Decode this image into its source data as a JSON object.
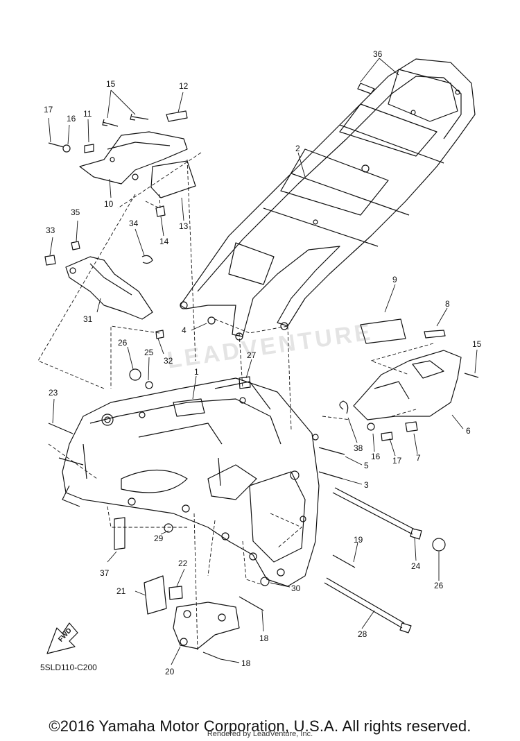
{
  "diagram": {
    "callouts": [
      {
        "id": "c1",
        "label": "1"
      },
      {
        "id": "c2",
        "label": "2"
      },
      {
        "id": "c3",
        "label": "3"
      },
      {
        "id": "c4",
        "label": "4"
      },
      {
        "id": "c5",
        "label": "5"
      },
      {
        "id": "c6",
        "label": "6"
      },
      {
        "id": "c7",
        "label": "7"
      },
      {
        "id": "c8",
        "label": "8"
      },
      {
        "id": "c9",
        "label": "9"
      },
      {
        "id": "c10",
        "label": "10"
      },
      {
        "id": "c11",
        "label": "11"
      },
      {
        "id": "c12",
        "label": "12"
      },
      {
        "id": "c13",
        "label": "13"
      },
      {
        "id": "c14",
        "label": "14"
      },
      {
        "id": "c15a",
        "label": "15"
      },
      {
        "id": "c15b",
        "label": "15"
      },
      {
        "id": "c16a",
        "label": "16"
      },
      {
        "id": "c16b",
        "label": "16"
      },
      {
        "id": "c17a",
        "label": "17"
      },
      {
        "id": "c17b",
        "label": "17"
      },
      {
        "id": "c18a",
        "label": "18"
      },
      {
        "id": "c18b",
        "label": "18"
      },
      {
        "id": "c19",
        "label": "19"
      },
      {
        "id": "c20",
        "label": "20"
      },
      {
        "id": "c21",
        "label": "21"
      },
      {
        "id": "c22",
        "label": "22"
      },
      {
        "id": "c23",
        "label": "23"
      },
      {
        "id": "c24",
        "label": "24"
      },
      {
        "id": "c25",
        "label": "25"
      },
      {
        "id": "c26a",
        "label": "26"
      },
      {
        "id": "c26b",
        "label": "26"
      },
      {
        "id": "c27",
        "label": "27"
      },
      {
        "id": "c28",
        "label": "28"
      },
      {
        "id": "c29",
        "label": "29"
      },
      {
        "id": "c30",
        "label": "30"
      },
      {
        "id": "c31",
        "label": "31"
      },
      {
        "id": "c32",
        "label": "32"
      },
      {
        "id": "c33",
        "label": "33"
      },
      {
        "id": "c34",
        "label": "34"
      },
      {
        "id": "c35",
        "label": "35"
      },
      {
        "id": "c36",
        "label": "36"
      },
      {
        "id": "c37",
        "label": "37"
      },
      {
        "id": "c38",
        "label": "38"
      }
    ],
    "fwd_label": "FWD",
    "diagram_code": "5SLD110-C200",
    "watermark": "LEADVENTURE"
  },
  "footer": {
    "copyright": "©2016 Yamaha Motor Corporation, U.S.A. All rights reserved.",
    "rendered_by": "Rendered by LeadVenture, Inc."
  }
}
